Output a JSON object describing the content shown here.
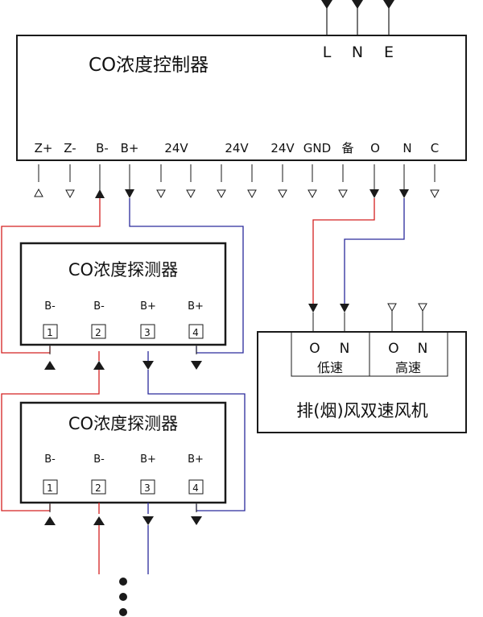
{
  "controller": {
    "title": "CO浓度控制器",
    "power_terminals": [
      "L",
      "N",
      "E"
    ],
    "terminals": [
      "Z+",
      "Z-",
      "B-",
      "B+",
      "24V",
      "24V",
      "24V",
      "GND",
      "备",
      "O",
      "N",
      "C"
    ]
  },
  "detectors": [
    {
      "title": "CO浓度探测器",
      "pin_labels": [
        "B-",
        "B-",
        "B+",
        "B+"
      ],
      "pin_numbers": [
        "1",
        "2",
        "3",
        "4"
      ]
    },
    {
      "title": "CO浓度探测器",
      "pin_labels": [
        "B-",
        "B-",
        "B+",
        "B+"
      ],
      "pin_numbers": [
        "1",
        "2",
        "3",
        "4"
      ]
    }
  ],
  "fan": {
    "title": "排(烟)风双速风机",
    "low_speed": {
      "label": "低速",
      "pins": [
        "O",
        "N"
      ]
    },
    "high_speed": {
      "label": "高速",
      "pins": [
        "O",
        "N"
      ]
    }
  },
  "colors": {
    "red_wire": "#d42020",
    "blue_wire": "#2a2a9c",
    "outline": "#1a1a1a"
  }
}
